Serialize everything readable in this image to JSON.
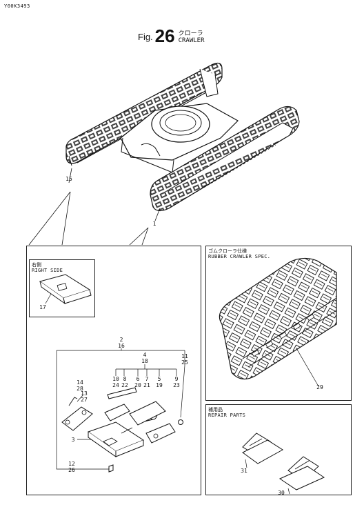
{
  "doc_code": "Y00K3493",
  "figure": {
    "prefix": "Fig.",
    "number": "26",
    "name_jp": "クローラ",
    "name_en": "CRAWLER"
  },
  "panels": {
    "right_side": {
      "label_jp": "右側",
      "label_en": "RIGHT SIDE"
    },
    "rubber_spec": {
      "label_jp": "ゴムクローラ仕様",
      "label_en": "RUBBER CRAWLER SPEC."
    },
    "repair_parts": {
      "label_jp": "補用品",
      "label_en": "REPAIR PARTS"
    }
  },
  "callouts": {
    "c15": "15",
    "c1": "1",
    "c17": "17",
    "c2": "2",
    "c16": "16",
    "c4": "4",
    "c18": "18",
    "c11": "11",
    "c25": "25",
    "c10": "10",
    "c24": "24",
    "c8": "8",
    "c22": "22",
    "c6": "6",
    "c20": "20",
    "c7": "7",
    "c21": "21",
    "c5": "5",
    "c19": "19",
    "c9": "9",
    "c23": "23",
    "c14": "14",
    "c28": "28",
    "c13": "13",
    "c27": "27",
    "c3": "3",
    "c12": "12",
    "c26": "26",
    "c29": "29",
    "c31": "31",
    "c30": "30"
  }
}
